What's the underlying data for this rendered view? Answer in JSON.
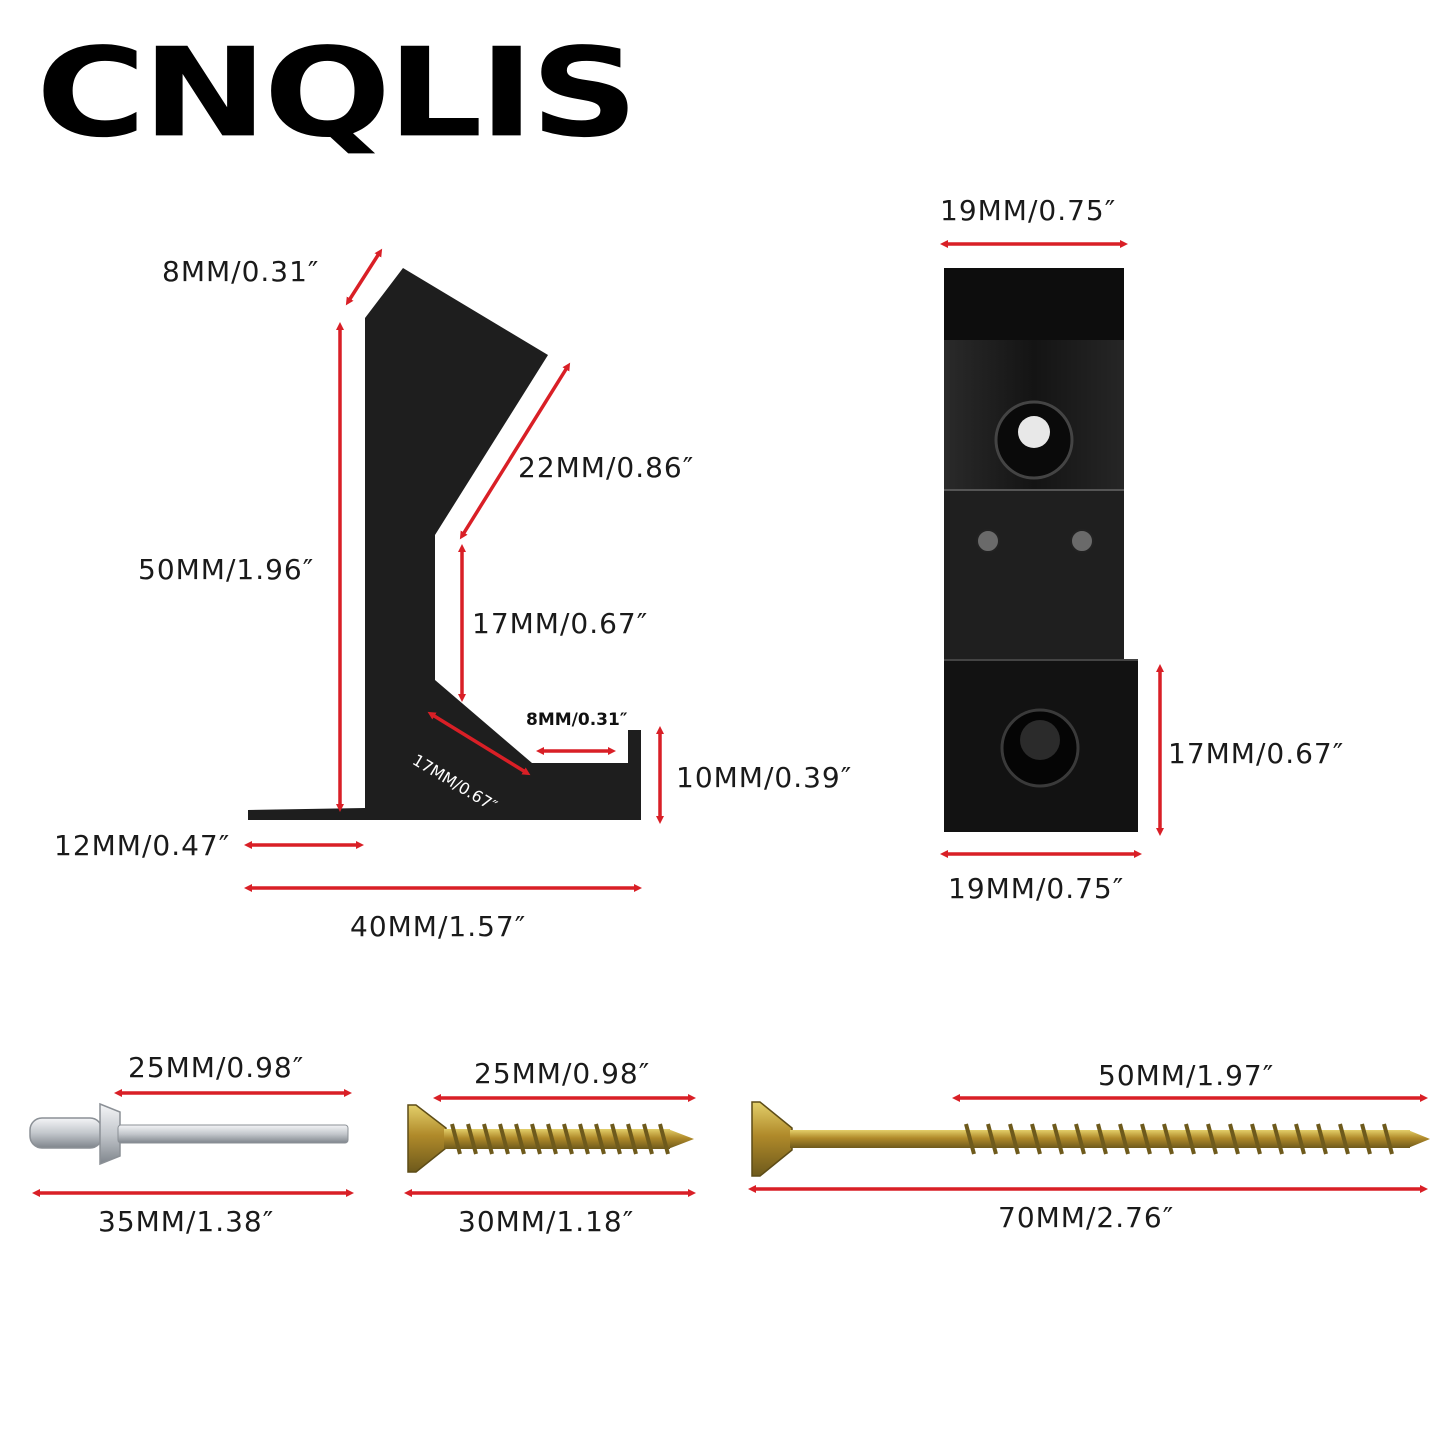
{
  "brand": {
    "logo_text": "CNQLIS"
  },
  "colors": {
    "dimension_line": "#d91f26",
    "part_black": "#1c1c1c",
    "screw_gold": "#b89a32",
    "rivet_silver": "#c9ccd1"
  },
  "bracket_left": {
    "dims": {
      "top_width": "8MM/0.31″",
      "slant": "22MM/0.86″",
      "height": "50MM/1.96″",
      "inner_vertical": "17MM/0.67″",
      "notch_width": "8MM/0.31″",
      "lower_slant": "17MM/0.67″",
      "lip_height": "10MM/0.39″",
      "foot": "12MM/0.47″",
      "total_width": "40MM/1.57″"
    }
  },
  "block_right": {
    "dims": {
      "top_width": "19MM/0.75″",
      "lower_height": "17MM/0.67″",
      "bottom_width": "19MM/0.75″"
    }
  },
  "hardware": {
    "rivet": {
      "shank": "25MM/0.98″",
      "overall": "35MM/1.38″"
    },
    "short_screw": {
      "thread": "25MM/0.98″",
      "overall": "30MM/1.18″"
    },
    "long_screw": {
      "thread": "50MM/1.97″",
      "overall": "70MM/2.76″"
    }
  }
}
